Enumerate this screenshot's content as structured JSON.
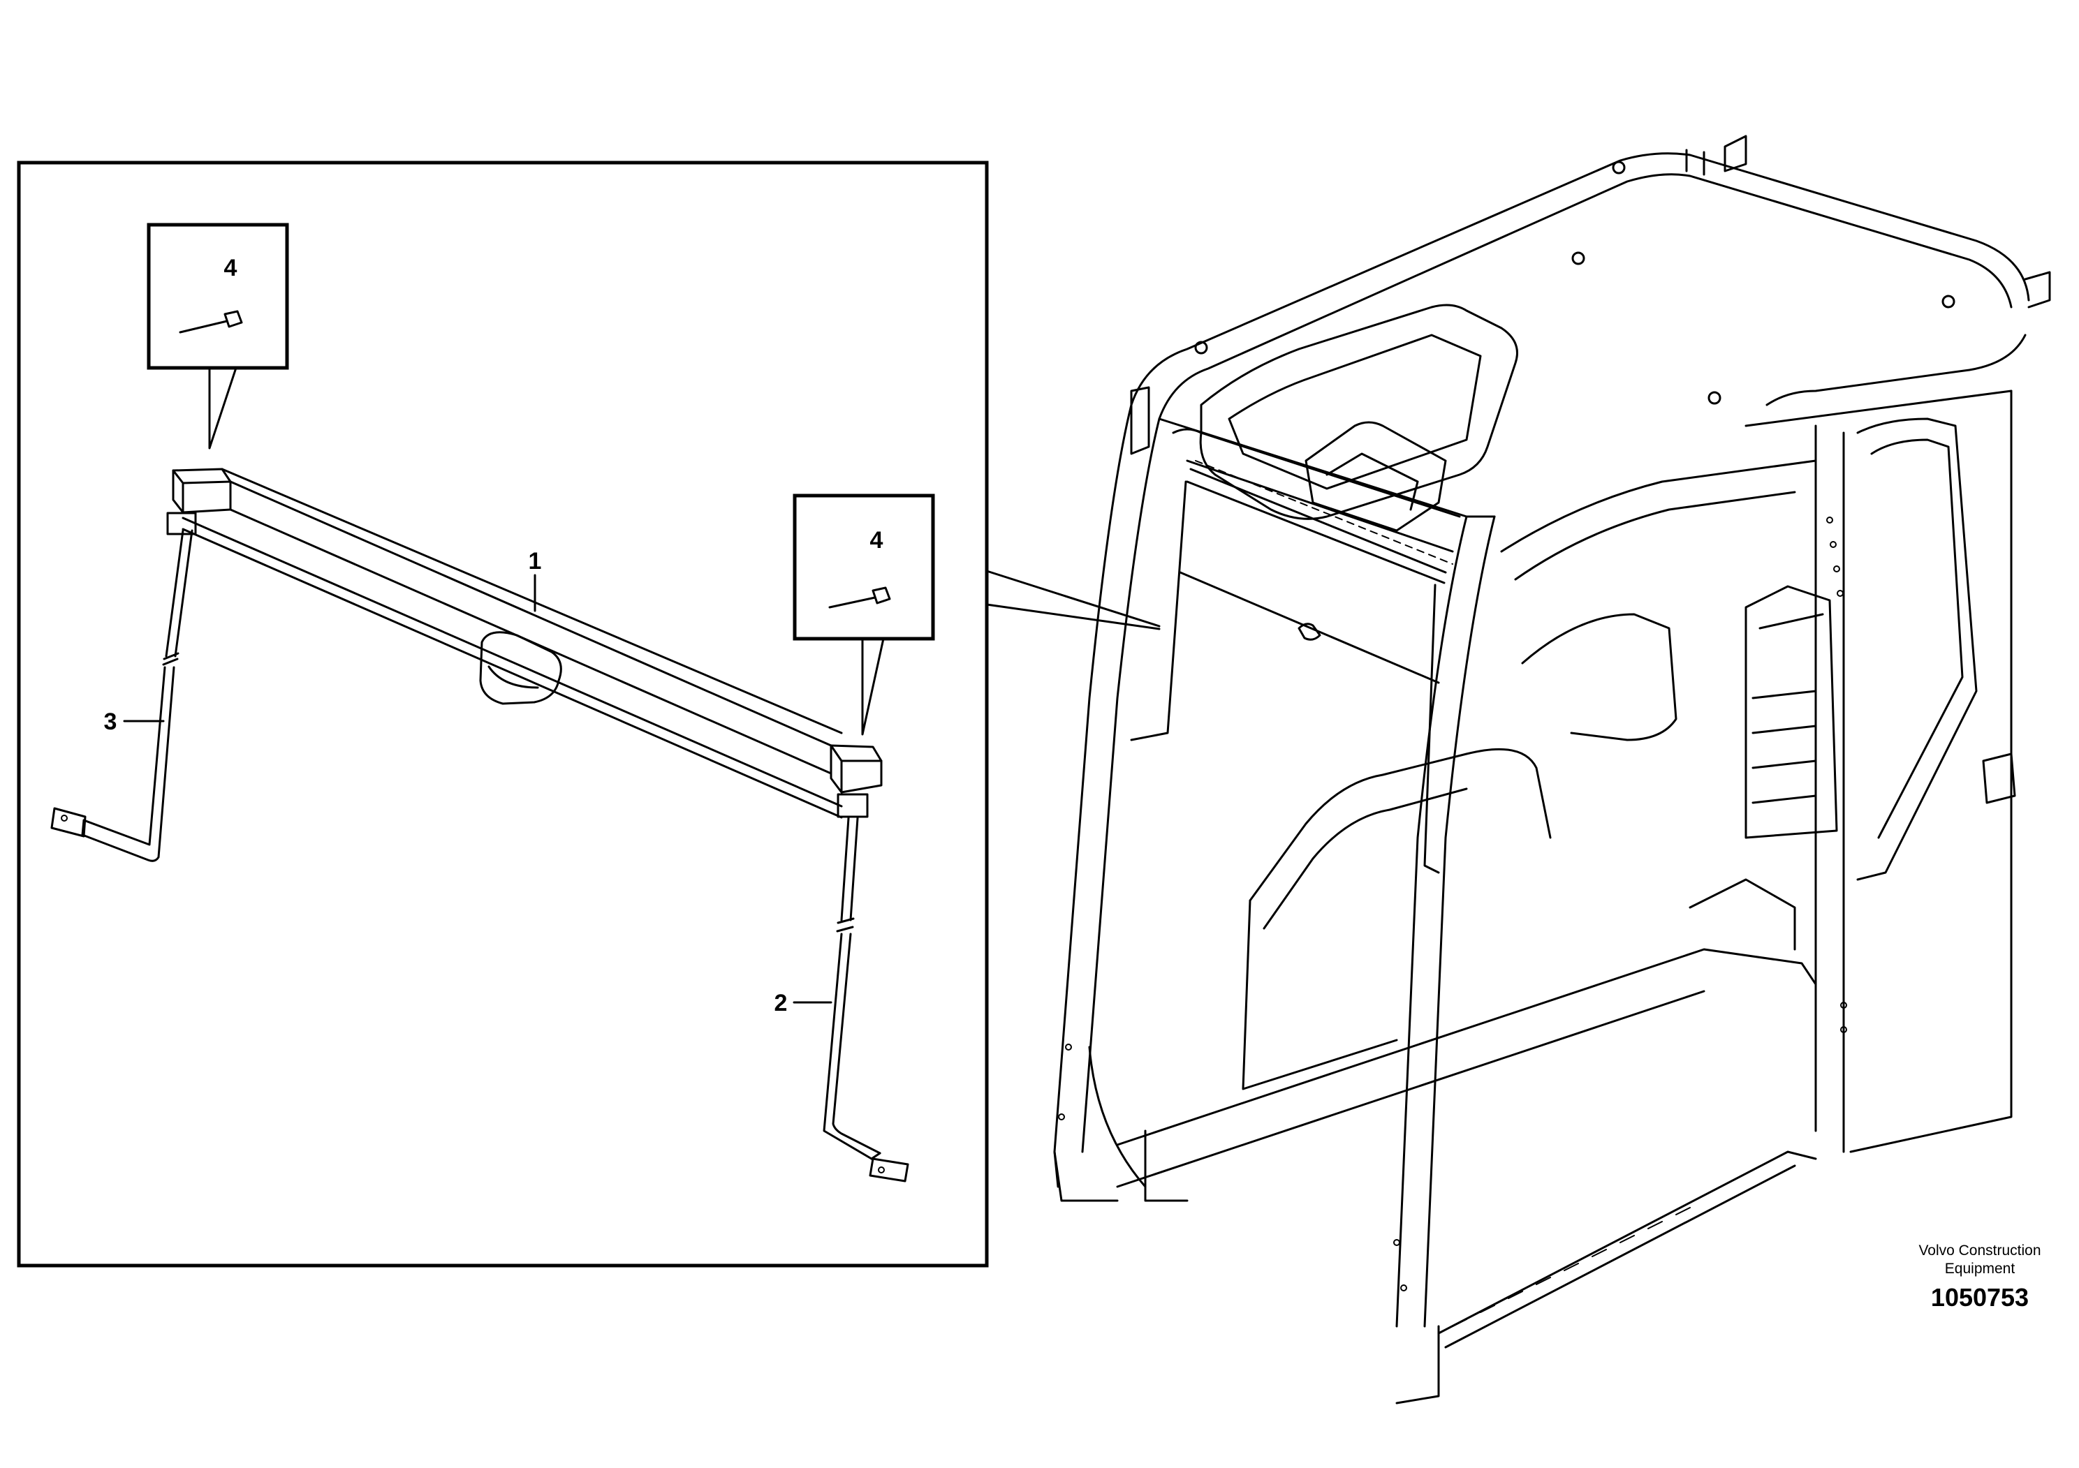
{
  "callouts": {
    "item1": "1",
    "item2": "2",
    "item3": "3",
    "item4a": "4",
    "item4b": "4"
  },
  "caption": {
    "company_line1": "Volvo Construction",
    "company_line2": "Equipment",
    "drawing_number": "1050753"
  }
}
